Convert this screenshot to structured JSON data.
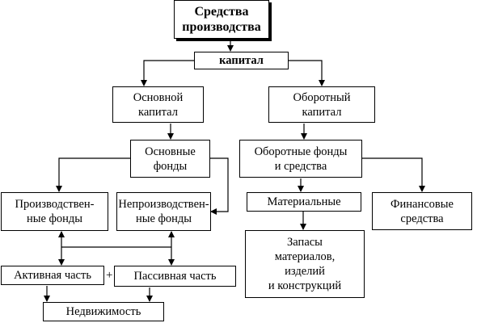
{
  "diagram": {
    "means": "Средства\nпроизводства",
    "capital": "капитал",
    "fixed_capital": "Основной\nкапитал",
    "working_capital": "Оборотный\nкапитал",
    "fixed_funds": "Основные\nфонды",
    "working_funds": "Оборотные фонды\nи средства",
    "productive_funds": "Производствен-\nные фонды",
    "nonproductive_funds": "Непроизводствен-\nные фонды",
    "material": "Материальные",
    "financial": "Финансовые\nсредства",
    "stocks": "Запасы\nматериалов,\nизделий\nи конструкций",
    "active_part": "Активная часть",
    "passive_part": "Пассивная часть",
    "plus_sign": "+",
    "real_estate": "Недвижимость"
  }
}
